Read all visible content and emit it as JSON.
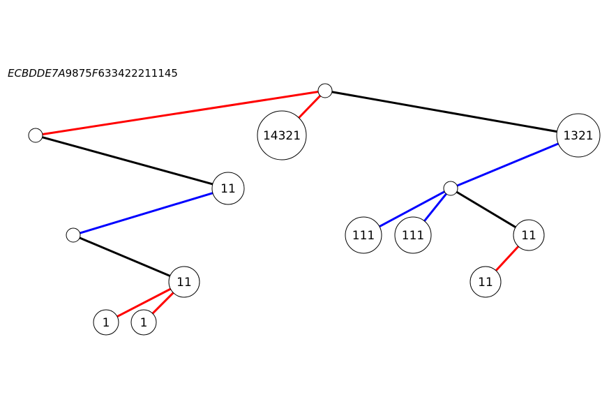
{
  "header": {
    "code_italic": "ECBDDE7A",
    "code_rest": "9875",
    "code_italic2": "F",
    "code_tail": "633422211145"
  },
  "colors": {
    "red": "#ff0000",
    "blue": "#0000ff",
    "black": "#000000"
  },
  "nodes": [
    {
      "id": "root",
      "label": ""
    },
    {
      "id": "n14321",
      "label": "14321"
    },
    {
      "id": "left-hub",
      "label": ""
    },
    {
      "id": "n1321",
      "label": "1321"
    },
    {
      "id": "left-11-a",
      "label": "11"
    },
    {
      "id": "left-hub-2",
      "label": ""
    },
    {
      "id": "left-11-b",
      "label": "11"
    },
    {
      "id": "leaf-1-a",
      "label": "1"
    },
    {
      "id": "leaf-1-b",
      "label": "1"
    },
    {
      "id": "right-hub",
      "label": ""
    },
    {
      "id": "n111-a",
      "label": "111"
    },
    {
      "id": "n111-b",
      "label": "111"
    },
    {
      "id": "right-11-a",
      "label": "11"
    },
    {
      "id": "right-11-b",
      "label": "11"
    }
  ],
  "edges": [
    {
      "from": "root",
      "to": "left-hub",
      "color": "red"
    },
    {
      "from": "root",
      "to": "n14321",
      "color": "red"
    },
    {
      "from": "root",
      "to": "n1321",
      "color": "black"
    },
    {
      "from": "left-hub",
      "to": "left-11-a",
      "color": "black"
    },
    {
      "from": "left-11-a",
      "to": "left-hub-2",
      "color": "blue"
    },
    {
      "from": "left-hub-2",
      "to": "left-11-b",
      "color": "black"
    },
    {
      "from": "left-11-b",
      "to": "leaf-1-a",
      "color": "red"
    },
    {
      "from": "left-11-b",
      "to": "leaf-1-b",
      "color": "red"
    },
    {
      "from": "n1321",
      "to": "right-hub",
      "color": "blue"
    },
    {
      "from": "right-hub",
      "to": "n111-a",
      "color": "blue"
    },
    {
      "from": "right-hub",
      "to": "n111-b",
      "color": "blue"
    },
    {
      "from": "right-hub",
      "to": "right-11-a",
      "color": "black"
    },
    {
      "from": "right-11-a",
      "to": "right-11-b",
      "color": "red"
    }
  ]
}
